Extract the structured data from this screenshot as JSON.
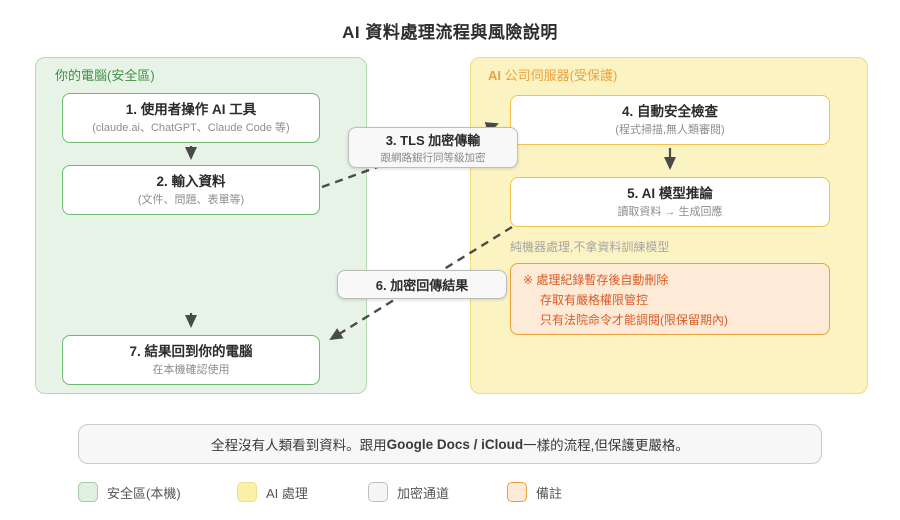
{
  "title": "AI 資料處理流程與風險說明",
  "zones": {
    "local": {
      "label": "你的電腦(安全區)",
      "boxes": [
        {
          "title": "1. 使用者操作 AI 工具",
          "subtitle": "(claude.ai、ChatGPT、Claude Code 等)"
        },
        {
          "title": "2. 輸入資料",
          "subtitle": "(文件、問題、表單等)"
        },
        {
          "title": "7. 結果回到你的電腦",
          "subtitle": "在本機確認使用"
        }
      ]
    },
    "server": {
      "label_prefix": "AI",
      "label_rest": " 公司伺服器(受保護)",
      "boxes": [
        {
          "title": "4. 自動安全檢查",
          "subtitle": "(程式掃描,無人類審閱)"
        },
        {
          "title": "5. AI 模型推論",
          "subtitle": "讀取資料 → 生成回應"
        }
      ],
      "machine_note": "純機器處理,不拿資料訓練模型",
      "note": {
        "line1": "※ 處理紀錄暫存後自動刪除",
        "line2": "存取有嚴格權限管控",
        "line3": "只有法院命令才能調閱(限保留期內)"
      }
    }
  },
  "channel": {
    "tls": {
      "title": "3. TLS 加密傳輸",
      "subtitle": "跟網路銀行同等級加密"
    },
    "return_box": {
      "title": "6. 加密回傳結果"
    }
  },
  "summary": {
    "pre": "全程沒有人類看到資料。跟用 ",
    "bold": "Google Docs / iCloud",
    "post": " 一樣的流程,但保護更嚴格。"
  },
  "legend": [
    {
      "label": "安全區(本機)",
      "color": "#dff0df",
      "border": "#a3cca3"
    },
    {
      "label": "AI 處理",
      "color": "#fbf0a9",
      "border": "#eede8d"
    },
    {
      "label": "加密通道",
      "color": "#f5f5f5",
      "border": "#bfbfbf"
    },
    {
      "label": "備註",
      "color": "#fdebd7",
      "border": "#e9a23b"
    }
  ],
  "colors": {
    "local_zone_bg": "#e7f3e7",
    "local_zone_border": "#b5d9b5",
    "local_box_border": "#6cbb70",
    "server_zone_bg": "#fcf3c3",
    "server_zone_border": "#eddc7a",
    "server_box_border": "#f2c24e",
    "note_bg": "#fdebd7",
    "note_border": "#e9a23b",
    "note_text": "#d85c28",
    "arrow": "#4a4a4a",
    "local_label": "#3e9145",
    "server_label": "#e8a33c"
  }
}
